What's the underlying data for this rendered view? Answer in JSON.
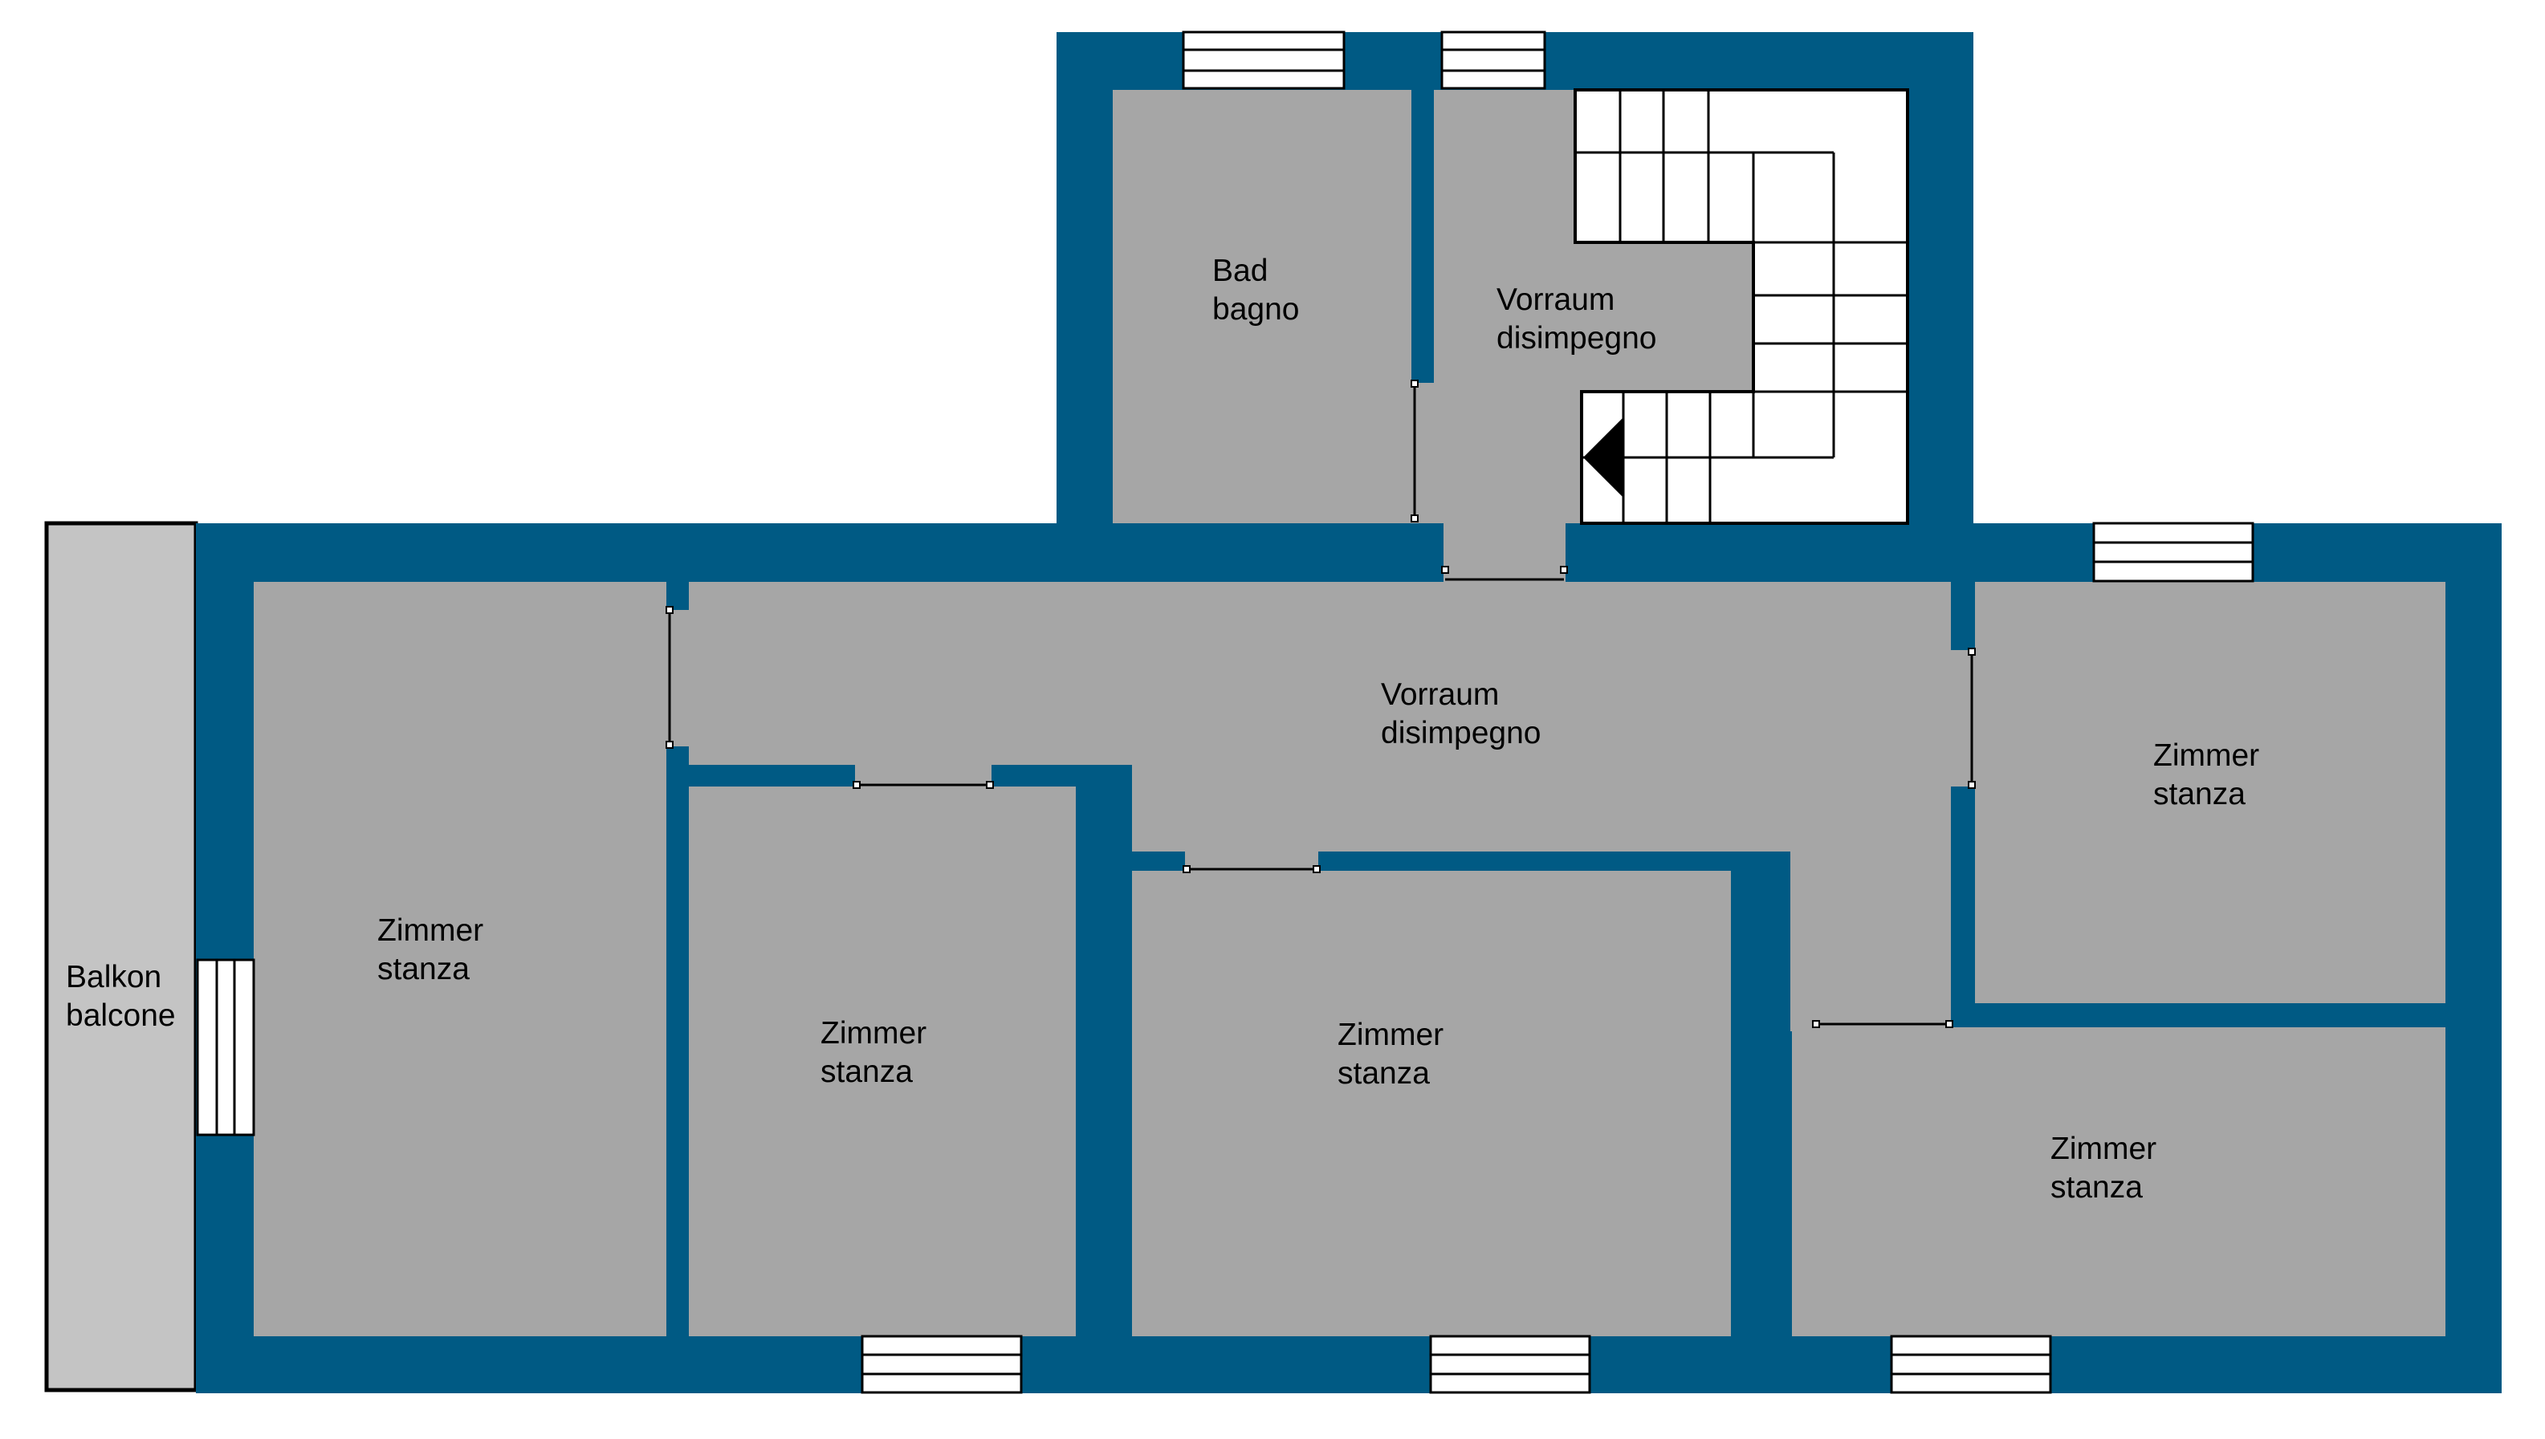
{
  "colors": {
    "wall": "#005a84",
    "room_floor": "#a6a6a6",
    "balcony_floor": "#c4c4c4",
    "outline": "#000000",
    "window_fill": "#ffffff",
    "stair_fill": "#ffffff"
  },
  "rooms": [
    {
      "id": "bad",
      "line1": "Bad",
      "line2": "bagno"
    },
    {
      "id": "vorraum-top",
      "line1": "Vorraum",
      "line2": "disimpegno"
    },
    {
      "id": "vorraum-center",
      "line1": "Vorraum",
      "line2": "disimpegno"
    },
    {
      "id": "zimmer-left",
      "line1": "Zimmer",
      "line2": "stanza"
    },
    {
      "id": "zimmer-2",
      "line1": "Zimmer",
      "line2": "stanza"
    },
    {
      "id": "zimmer-3",
      "line1": "Zimmer",
      "line2": "stanza"
    },
    {
      "id": "zimmer-right-top",
      "line1": "Zimmer",
      "line2": "stanza"
    },
    {
      "id": "zimmer-right-bottom",
      "line1": "Zimmer",
      "line2": "stanza"
    },
    {
      "id": "balkon",
      "line1": "Balkon",
      "line2": "balcone"
    }
  ]
}
